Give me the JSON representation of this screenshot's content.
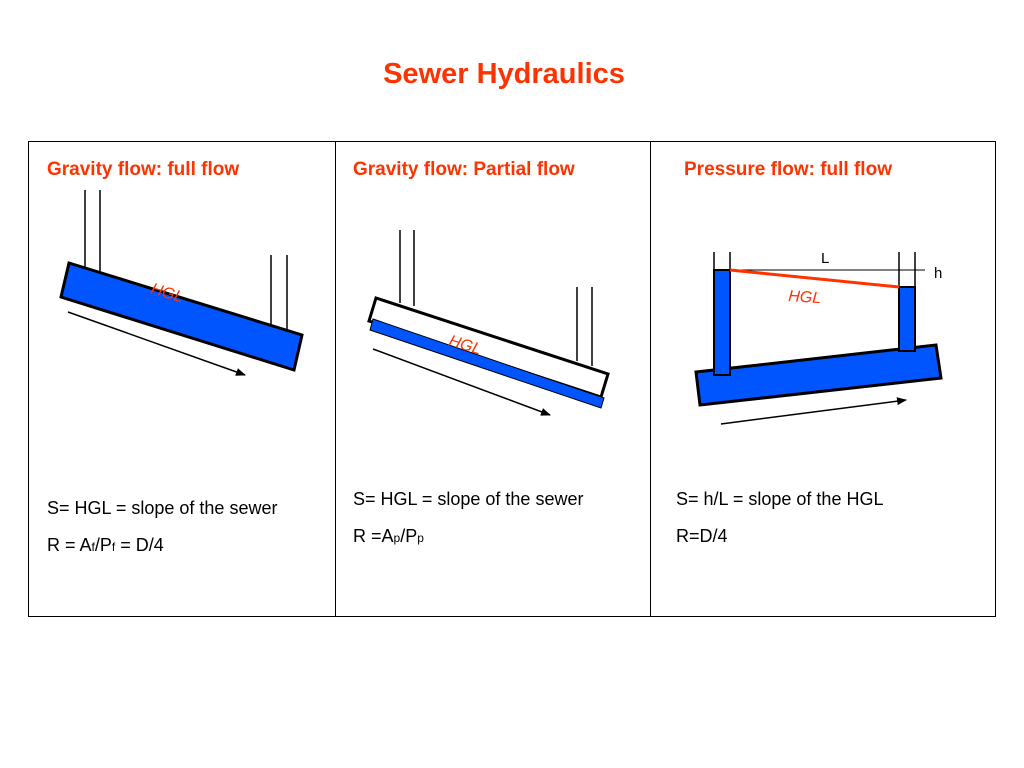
{
  "title": "Sewer Hydraulics",
  "colors": {
    "accent": "#ff3300",
    "water": "#0055ff",
    "pipe_outline": "#000000"
  },
  "panels": [
    {
      "heading": "Gravity flow: full flow",
      "hgl_label": "HGL",
      "slope_text": "S= HGL = slope of the sewer",
      "r_prefix": "R = A",
      "r_sub1": "f",
      "r_mid": "/P",
      "r_sub2": "f",
      "r_suffix": " = D/4"
    },
    {
      "heading": "Gravity flow: Partial flow",
      "hgl_label": "HGL",
      "slope_text": "S= HGL = slope of the sewer",
      "r_prefix": "R =A",
      "r_sub1": "p",
      "r_mid": "/P",
      "r_sub2": "p"
    },
    {
      "heading": "Pressure flow: full flow",
      "hgl_label": "HGL",
      "l_label": "L",
      "h_label": "h",
      "slope_text": "S= h/L = slope of the HGL",
      "r_text": "R=D/4"
    }
  ]
}
